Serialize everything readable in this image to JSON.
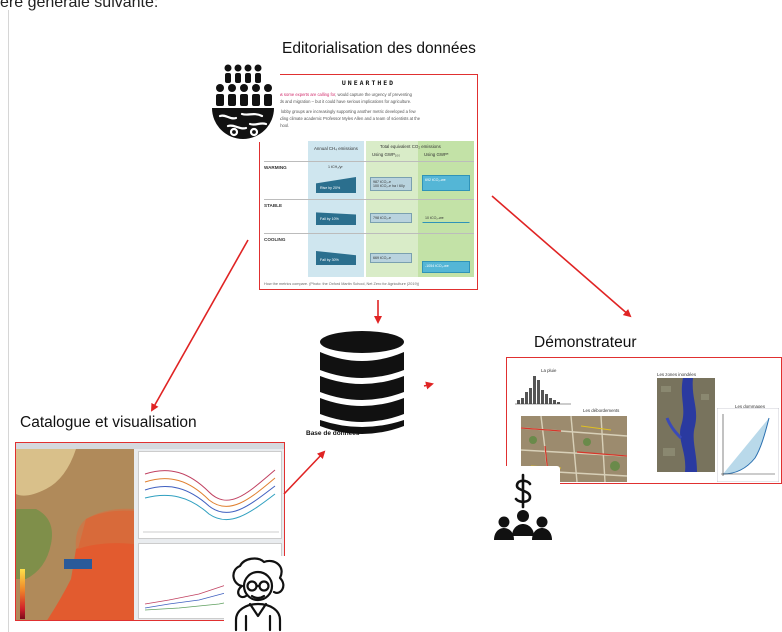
{
  "header": {
    "intro_text": "ère générale suivante:"
  },
  "nodes": {
    "editorial": {
      "label": "Editorialisation des données",
      "doc": {
        "logo": "UNEARTHED",
        "lines": [
          "IPCC, as some experts are calling for, would capture the urgency of preventing",
          "es, floods and migration – but it could have serious implications for agriculture.",
          "ndustry lobby groups are increasingly supporting another metric developed a few",
          "s by leading climate academic Professor Myles Allen and a team of scientists at the",
          "artin School."
        ],
        "pink_phrase": "as some experts are calling for",
        "col_header_1": "Annual CH₄ emissions",
        "col_header_2": "Total equivalent CO₂ emissions",
        "sub_header_1": "Using GWP₁₀₀",
        "sub_header_2": "Using GWP*",
        "rows": [
          {
            "label": "WARMING",
            "bar_label": "Rise by 20%",
            "mid": "987 tCO₂-e",
            "mid2": "100 tCO₂-e ha / 60y",
            "right": "692 tCO₂-we"
          },
          {
            "label": "STABLE",
            "bar_label": "Fall by 10%",
            "mid": "798 tCO₂-e",
            "mid2": "",
            "right": "10 tCO₂-we"
          },
          {
            "label": "COOLING",
            "bar_label": "Fall by 30%",
            "mid": "669 tCO₂-e",
            "mid2": "",
            "right": "-1054 tCO₂-we"
          }
        ],
        "annotation": "1 tCH₄/yr",
        "caption": "How the metrics compare. (Photo: the Oxford Martin School, Net Zero for Agriculture (2019))"
      }
    },
    "database": {
      "label": "Base de données"
    },
    "catalogue": {
      "label": "Catalogue et visualisation"
    },
    "demonstrator": {
      "label": "Démonstrateur",
      "panels": {
        "rain": "La pluie",
        "overflow": "Les débordements",
        "flooded": "Les zones inondées",
        "damage": "Les dommages"
      }
    }
  },
  "icons": {
    "crowd": "community-crowd-icon",
    "database": "database-icon",
    "scientist": "scientist-icon",
    "money": "investors-dollar-icon"
  },
  "colors": {
    "arrow": "#e02424",
    "frame_border": "#e03030"
  }
}
